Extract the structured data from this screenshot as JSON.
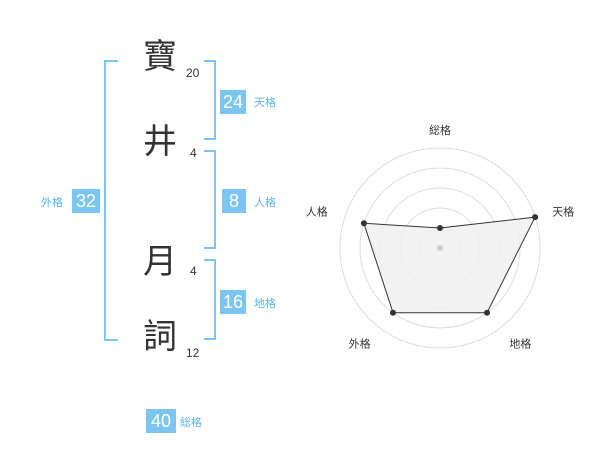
{
  "name": {
    "characters": [
      {
        "char": "寶",
        "strokes": "20"
      },
      {
        "char": "井",
        "strokes": "4"
      },
      {
        "char": "月",
        "strokes": "4"
      },
      {
        "char": "詞",
        "strokes": "12"
      }
    ]
  },
  "scores": {
    "tenkaku": {
      "value": "24",
      "label": "天格"
    },
    "jinkaku": {
      "value": "8",
      "label": "人格"
    },
    "chikaku": {
      "value": "16",
      "label": "地格"
    },
    "gaikaku": {
      "value": "32",
      "label": "外格"
    },
    "soukaku": {
      "value": "40",
      "label": "総格"
    }
  },
  "radar": {
    "axes": [
      "総格",
      "天格",
      "地格",
      "外格",
      "人格"
    ],
    "values": [
      0.2,
      1.0,
      0.8,
      0.8,
      0.8
    ],
    "rings": 5,
    "colors": {
      "accent": "#7cc5f1",
      "fill": "#f0f0f0",
      "line": "#333333",
      "grid": "#dddddd"
    }
  }
}
